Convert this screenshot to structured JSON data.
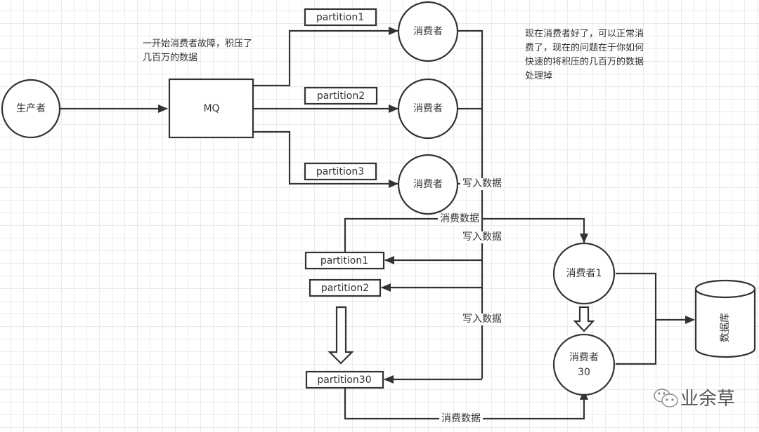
{
  "diagram": {
    "nodes": {
      "producer": "生产者",
      "mq": "MQ",
      "consumer_a": "消费者",
      "consumer_b": "消费者",
      "consumer_c": "消费者",
      "consumer_1": "消费者1",
      "consumer_30_line1": "消费者",
      "consumer_30_line2": "30",
      "database": "数据库"
    },
    "partitions_top": [
      "partition1",
      "partition2",
      "partition3"
    ],
    "partitions_bottom": [
      "partition1",
      "partition2",
      "partition30"
    ],
    "edge_labels": {
      "write_1": "写入数据",
      "write_2": "写入数据",
      "write_3": "写入数据",
      "consume_top": "消费数据",
      "consume_bottom": "消费数据"
    },
    "notes": {
      "left": [
        "一开始消费者故障，积压了",
        "几百万的数据"
      ],
      "right": [
        "现在消费者好了，可以正常消",
        "费了，现在的问题在于你如何",
        "快速的将积压的几百万的数据",
        "处理掉"
      ]
    },
    "watermark": "业余草"
  }
}
